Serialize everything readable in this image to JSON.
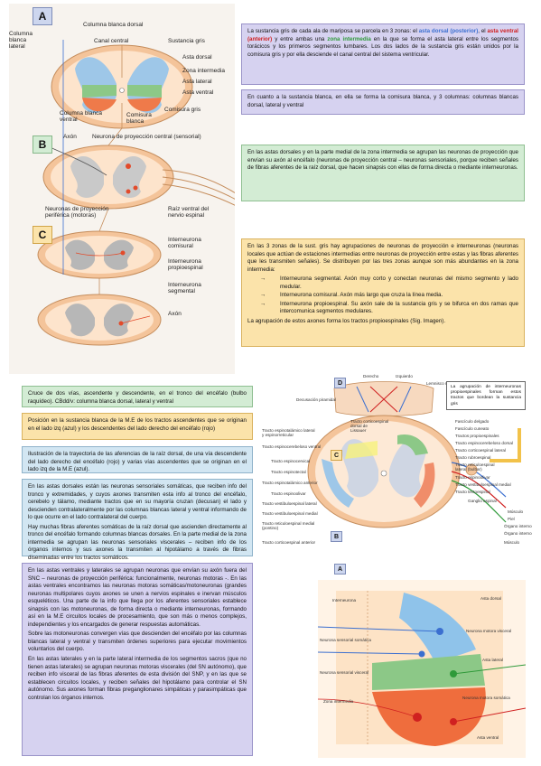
{
  "top_figure": {
    "letters": [
      "A",
      "B",
      "C"
    ],
    "a_labels": {
      "col_blanca_lateral": "Columna\nblanca\nlateral",
      "col_blanca_dorsal": "Columna blanca dorsal",
      "canal_central": "Canal central",
      "sustancia_gris": "Sustancia gris",
      "asta_dorsal": "Asta dorsal",
      "zona_intermedia": "Zona intermedia",
      "asta_lateral": "Asta lateral",
      "asta_ventral": "Asta ventral",
      "col_blanca_ventral": "Columna blanca\nventral",
      "comisura_blanca": "Comisura\nblanca",
      "comisura_gris": "Comisura gris"
    },
    "b_labels": {
      "axon": "Axón",
      "neurona_proyeccion": "Neurona de proyección central (sensorial)",
      "neuronas_periferica": "Neuronas de proyección\nperiférica (motoras)",
      "raiz_ventral": "Raíz ventral del\nnervio espinal"
    },
    "c_labels": {
      "comisural": "Interneurona\ncomisural",
      "propioespinal": "Interneurona\npropioespinal",
      "segmental": "Interneurona\nsegmental",
      "axon": "Axón"
    }
  },
  "box1": {
    "t1": "La sustancia gris de cada ala de mariposa se parcela en 3 zonas: el ",
    "asta_dorsal": "asta dorsal (posterior)",
    "t2": ", el ",
    "asta_ventral": "asta ventral (anterior)",
    "t3": " y entre ambas una ",
    "zona_intermedia": "zona intermedia",
    "t4": " en la que se forma el asta lateral entre los segmentos torácicos y los primeros segmentos lumbares. Los dos lados de la sustancia gris están unidos por la comisura gris y por ella desciende el canal central del sistema ventricular."
  },
  "box2": "En cuanto a la sustancia blanca, en ella se forma la comisura blanca, y 3 columnas: columnas blancas dorsal, lateral y ventral",
  "box3": "En las astas dorsales y en la parte medial de la zona intermedia se agrupan las neuronas de proyección que envían su axón al encéfalo (neuronas de proyección central – neuronas sensoriales, porque reciben señales de fibras aferentes de la raíz dorsal, que hacen sinapsis con ellas de forma directa o mediante interneuronas.",
  "box4": {
    "intro": "En las 3 zonas de la sust. gris hay agrupaciones de neuronas de proyección e interneuronas (neuronas locales que actúan de estaciones intermedias entre neuronas de proyección entre estas y las fibras aferentes que les transmiten señales). Se distribuyen por las tres zonas aunque son más abundantes en la zona intermedia:",
    "items": [
      "Interneurona segmental. Axón muy corto y conectan neuronas del mismo segmento y lado medular.",
      "Interneurona comisural. Axón más largo que cruza la línea media.",
      "Interneurona propioespinal. Su axón sale de la sustancia gris y se bifurca en dos ramas que intercomunica segmentos medulares."
    ],
    "outro": "La agrupación de estos axones forma los tractos propioespinales (Sig. Imagen)."
  },
  "box5": "Cruce de dos vías, ascendente y descendente, en el tronco del encéfalo (bulbo raquídeo). CBdd/v: columna blanca dorsal, lateral y ventral",
  "box6": "Posición en la sustancia blanca de la M.E de los tractos ascendentes que se originan en el lado izq (azul) y los descendentes del lado derecho del encéfalo (rojo)",
  "box7": "Ilustración de la trayectoria de las aferencias de la raíz dorsal, de una vía descendente del lado derecho del encéfalo (rojo) y varias vías ascendentes que se originan en el lado izq de la M.E (azul).",
  "box8": {
    "p1": "En las astas dorsales están las neuronas sensoriales somáticas, que reciben info del tronco y extremidades, y cuyos axones transmiten esta info al tronco del encéfalo, cerebelo y tálamo, mediante tractos que en su mayoría cruzan (decusan) el lado y descienden contralateralmente por las columnas blancas lateral y ventral informando de lo que ocurre en el lado contralateral del cuerpo.",
    "p2": "Hay muchas fibras aferentes somáticas de la raíz dorsal que ascienden directamente al tronco del encéfalo formando columnas blancas dorsales. En la parte medial de la zona intermedia se agrupan las neuronas sensoriales viscerales – reciben info de los órganos internos y sus axones la transmiten al hipotálamo a través de fibras diseminadas entre los tractos somáticos."
  },
  "box9": {
    "p1": "En las astas ventrales y laterales se agrupan neuronas que envían su axón fuera del SNC – neuronas de proyección periférica: funcionalmente, neuronas motoras -. En las astas ventrales encontramos las neuronas motoras somáticas/motoneuronas (grandes neuronas multipolares cuyos axones se unen a nervios espinales e inervan músculos esqueléticos. Una parte de la info que llega por los aferentes sensoriales establece sinapsis con las motoneuronas, de forma directa o mediante interneuronas, formando así en la M.E circuitos locales de procesamiento, que son más o menos complejos, independientes y los encargados de generar respuestas automáticas.",
    "p2": "Sobre las motoneuronas convergen vías que descienden del encéfalo por las columnas blancas lateral y ventral y transmiten órdenes superiores para ejecutar movimientos voluntarios del cuerpo.",
    "p3": "En las astas laterales y en la parte lateral intermedia de los segmentos sacros (que no tienen astas laterales) se agrupan neuronas motoras viscerales (del SN autónomo), que reciben info visceral de las fibras aferentes de esta división del SNP, y en las que se establecen circuitos locales, y reciben señales del hipotálamo para controlar el SN autónomo. Sus axones forman fibras preganglionares simpáticas y parasimpáticas que controlan los órganos internos."
  },
  "small_note": "La agrupación de interneuronas propioespinales forman estos tractos que bordean la sustancia gris",
  "mid_figure": {
    "letters": [
      "D",
      "C",
      "B"
    ],
    "top_labels": {
      "derecho": "Derecho",
      "izquierdo": "Izquierdo",
      "lemnisco": "Lemnisco medial",
      "decusacion": "Decusación piramidal"
    },
    "left_labels": [
      "Tracto espinotalámico lateral\ny espinorreticular",
      "Tracto espinocerebeloso ventral",
      "Tracto espinocervical",
      "Tracto espinotectal",
      "Tracto espinotalámico anterior",
      "Tracto espinoolivar",
      "Tracto vestibuloespinal lateral",
      "Tracto vestibuloespinal medial",
      "Tracto reticuloespinal medial\n(pontino)",
      "Tracto corticoespinal anterior"
    ],
    "right_labels": [
      "Fascículo delgado",
      "Fascículo cuneato",
      "Tractos propioespinales",
      "Tracto espinocerebeloso dorsal",
      "Tracto corticoespinal lateral",
      "Tracto rubroespinal",
      "Tracto reticuloespinal\nlateral (bulbar)",
      "Tracto espinoolivar",
      "Tracto vestibuloespinal medial",
      "Tracto tectoespinal",
      "Ganglio espinal",
      "Músculo",
      "Piel",
      "Órgano interno",
      "Órgano interno",
      "Músculo"
    ],
    "center_label": "Tracto corticoespinal\ndorsal de\nLissauer"
  },
  "bottom_figure": {
    "letter": "A",
    "labels": {
      "interneurona": "Interneurona",
      "neurona_sensorial_somatica": "Neurona sensorial somática",
      "neurona_sensorial_visceral": "Neurona sensorial visceral",
      "zona_intermedia": "Zona intermedia",
      "asta_dorsal": "Asta dorsal",
      "neurona_motora_visceral": "Neurona motora visceral",
      "asta_lateral": "Asta lateral",
      "neurona_motora_somatica": "Neurona motora somática",
      "asta_ventral": "Asta ventral"
    }
  }
}
